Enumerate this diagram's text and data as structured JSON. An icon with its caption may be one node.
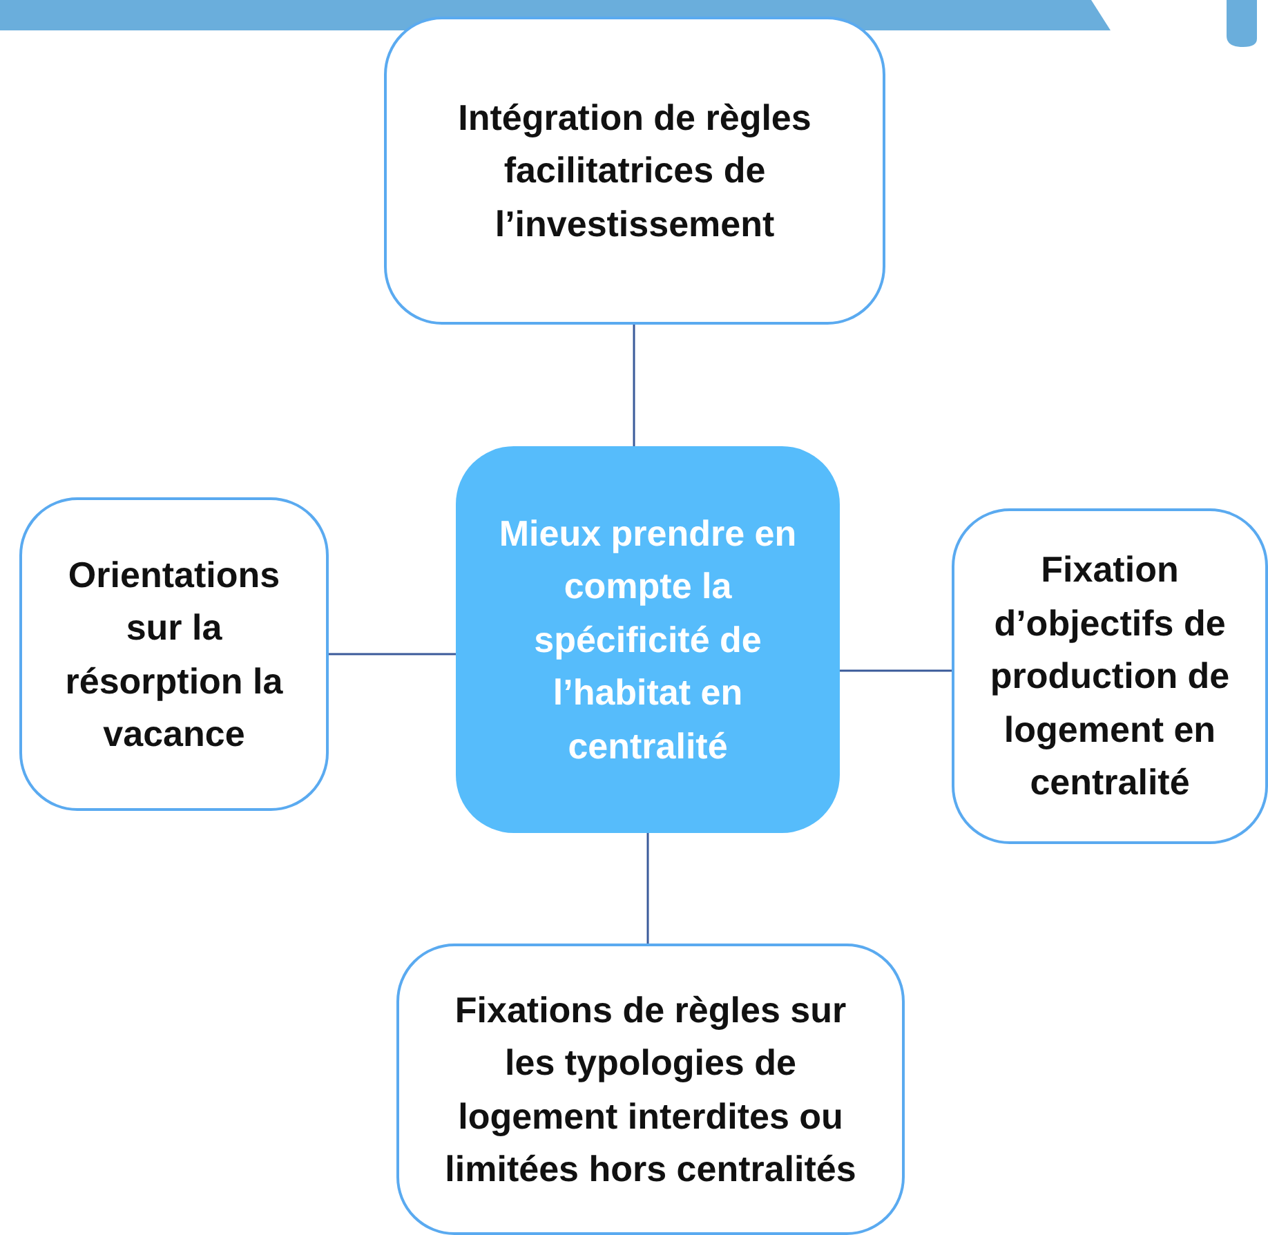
{
  "diagram": {
    "nodes": [
      {
        "text": [
          "Mieux prendre en compte la spécificité de l’habitat en centralité"
        ]
      },
      {
        "text": [
          "Intégration de règles facilitatrices de l’investissement"
        ]
      },
      {
        "text": [
          "Orientations sur la résorption la vacance"
        ]
      },
      {
        "text": [
          "Fixation d’objectifs de production de logement en centralité"
        ]
      },
      {
        "text": [
          "Fixations de règles sur les typologies de logement interdites ou limitées hors centralités"
        ]
      }
    ],
    "edges": [
      {
        "from": 0,
        "to": 1,
        "arrow": "none"
      },
      {
        "from": 0,
        "to": 2,
        "arrow": "none"
      },
      {
        "from": 0,
        "to": 3,
        "arrow": "none"
      },
      {
        "from": 0,
        "to": 4,
        "arrow": "none"
      }
    ]
  }
}
